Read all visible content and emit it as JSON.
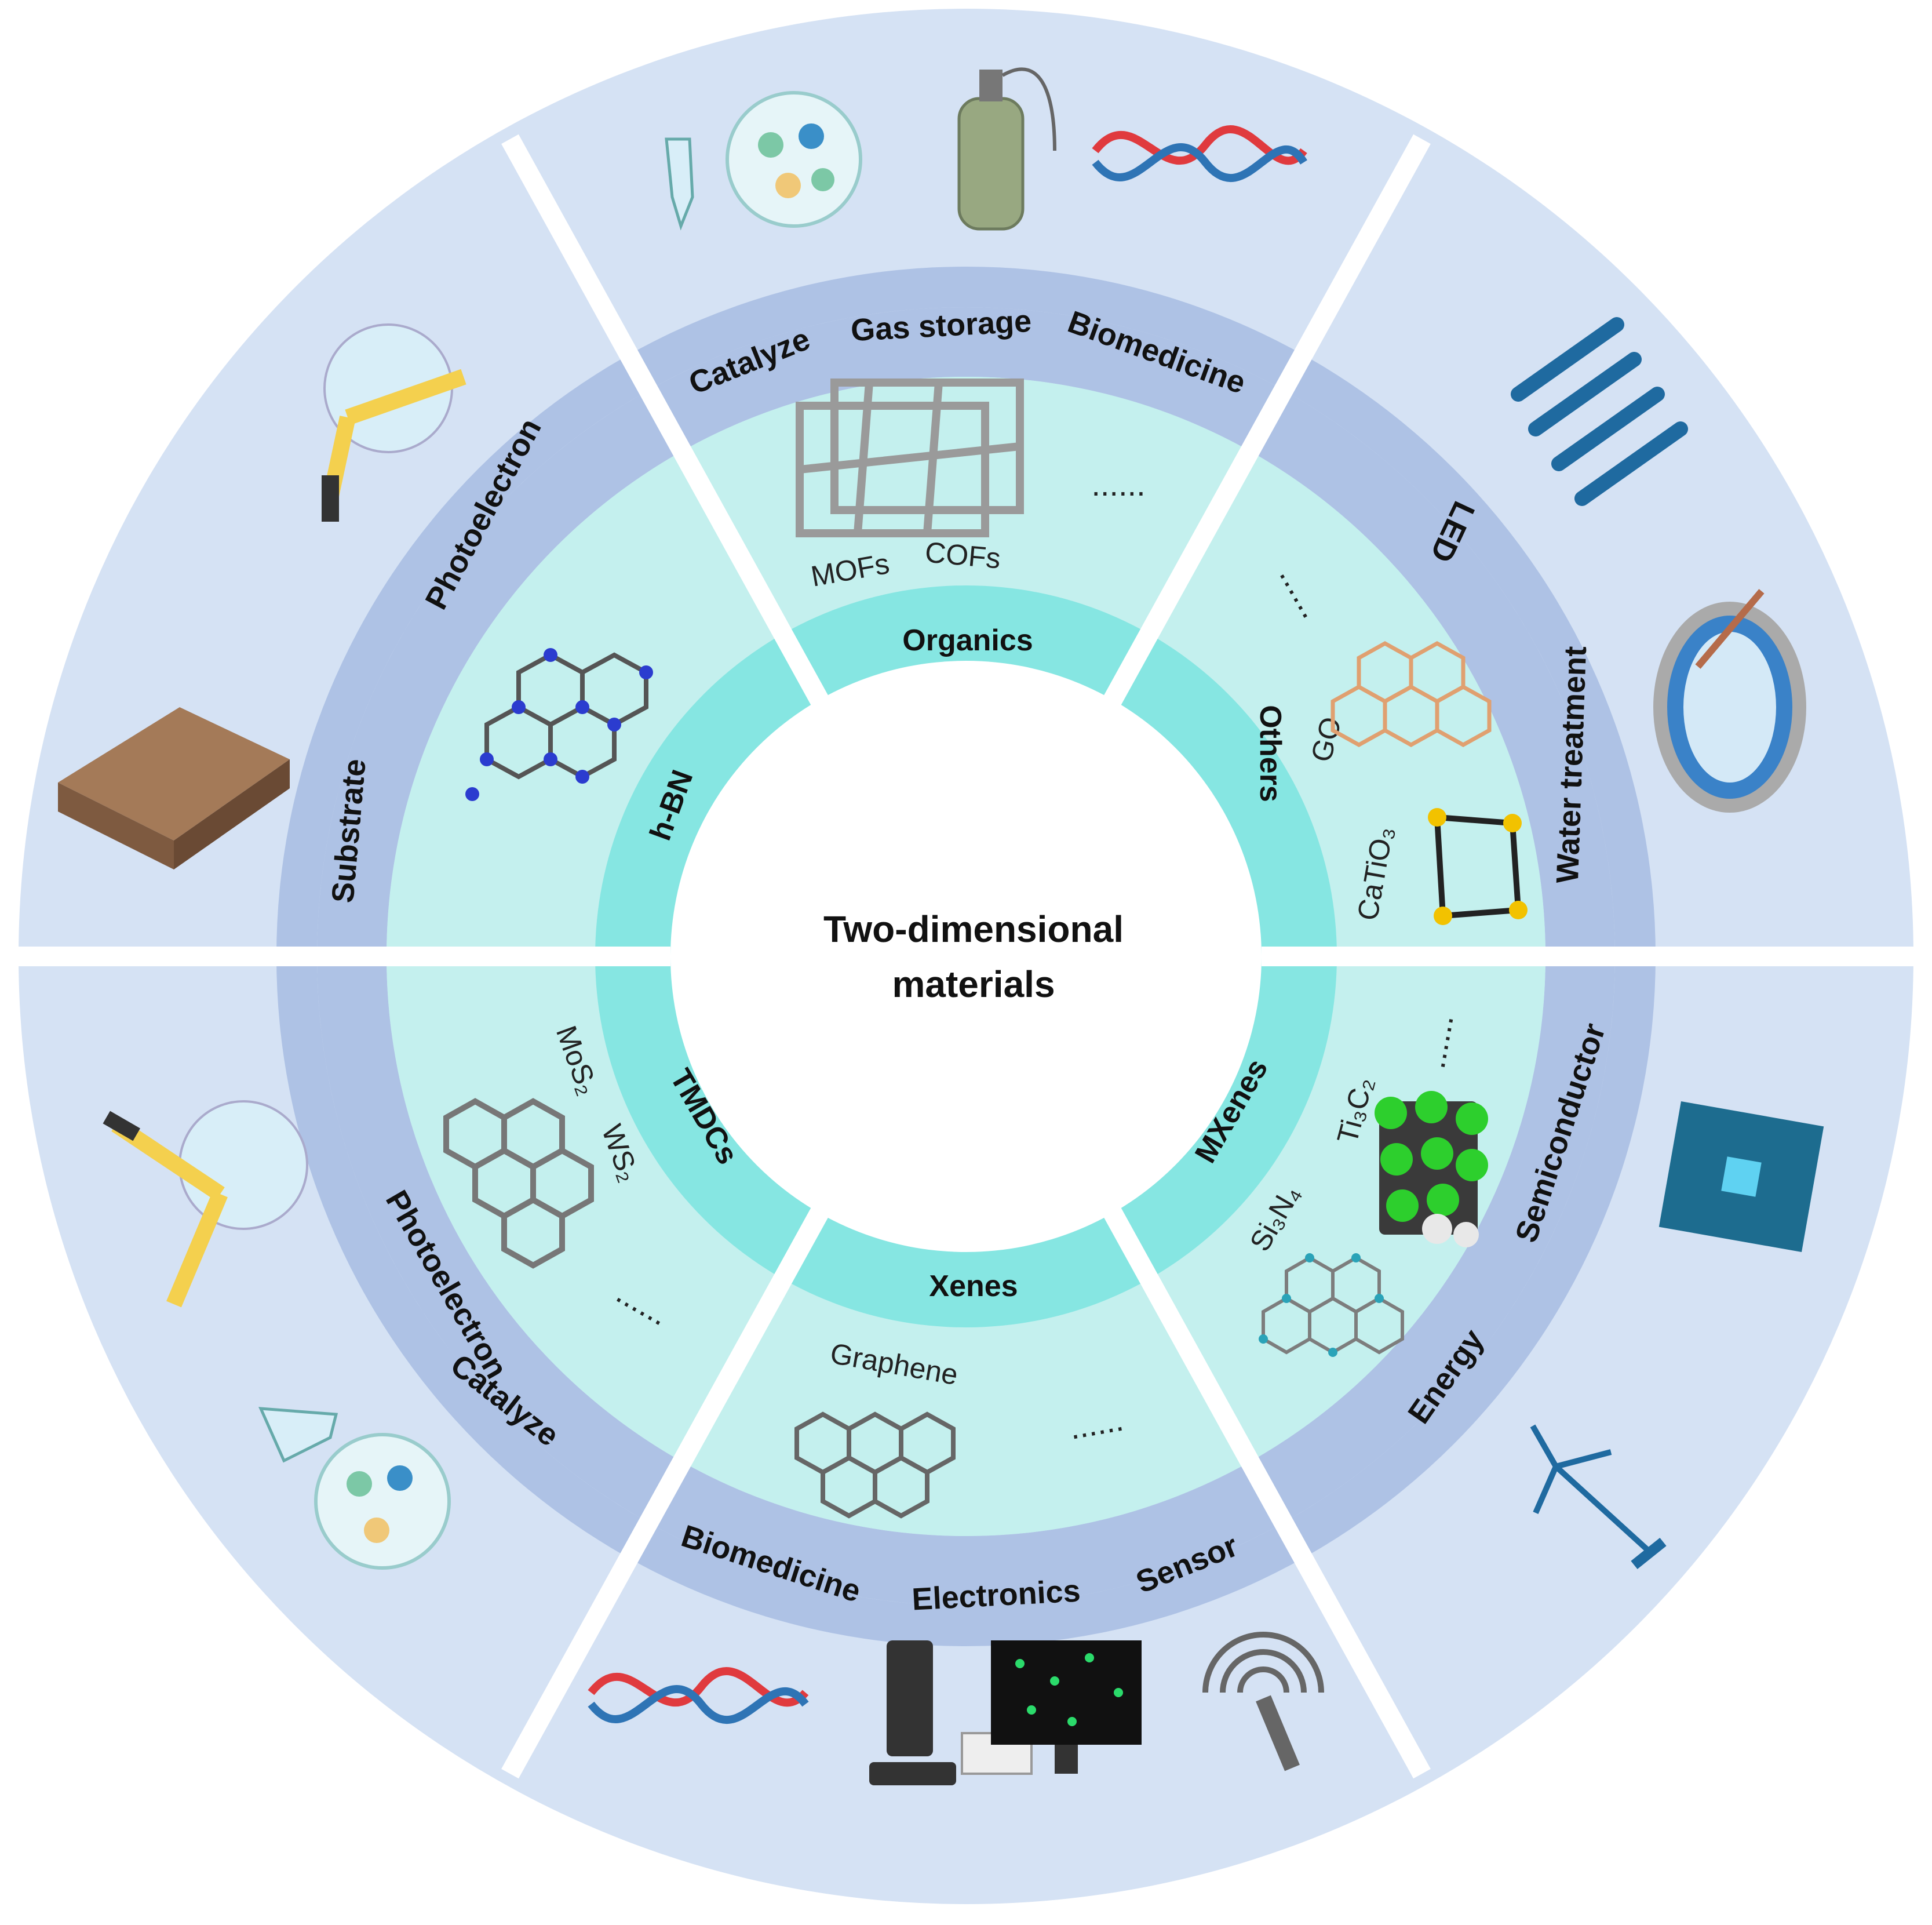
{
  "center": {
    "line1": "Two-dimensional",
    "line2": "materials"
  },
  "categories": {
    "organics": "Organics",
    "others": "Others",
    "mxenes": "MXenes",
    "xenes": "Xenes",
    "tmdcs": "TMDCs",
    "hbn": "h-BN"
  },
  "materials": {
    "mofs": "MOFs",
    "cofs": "COFs",
    "go": "GO",
    "catio3": "CaTiO₃",
    "ti3c2": "Ti₃C₂",
    "si3n4": "Si₃N₄",
    "graphene": "Graphene",
    "mos2": "MoS₂",
    "ws2": "WS₂",
    "ellipsis": "......"
  },
  "applications": {
    "catalyze": "Catalyze",
    "gas_storage": "Gas storage",
    "biomedicine": "Biomedicine",
    "led": "LED",
    "water_treatment": "Water treatment",
    "semiconductor": "Semiconductor",
    "energy": "Energy",
    "electronics": "Electronics",
    "sensor": "Sensor",
    "photoelectron": "Photoelectron",
    "substrate": "Substrate"
  },
  "icons": [
    "test-tube-icon",
    "microbe-circle-icon",
    "gas-cylinder-icon",
    "dna-icon",
    "protein-helix-icon",
    "water-tank-icon",
    "circuit-chip-icon",
    "wind-turbine-icon",
    "antenna-icon",
    "microscope-icon",
    "monitor-icon",
    "laser-sensor-icon",
    "soil-block-icon"
  ],
  "colors": {
    "outer_ring": "#d5e2f4",
    "app_band": "#aec2e5",
    "material_ring": "#c4f0ee",
    "category_ring": "#86e6e2",
    "center": "#ffffff",
    "divider": "#ffffff",
    "dna_red": "#e03a3e",
    "dna_blue": "#2e74b5",
    "icon_blue": "#1f6aa0"
  }
}
